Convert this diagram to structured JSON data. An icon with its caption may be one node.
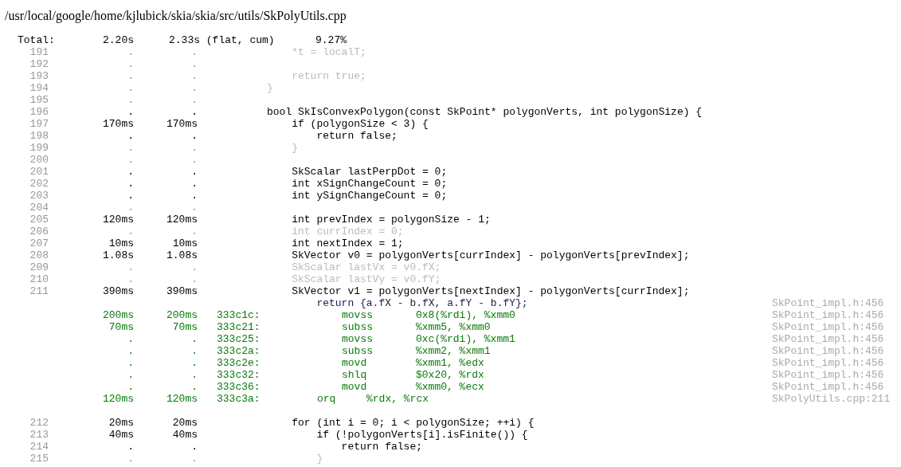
{
  "diagram": {
    "title": "/usr/local/google/home/kjlubick/skia/skia/src/utils/SkPolyUtils.cpp",
    "labels": [
      "Total:",
      "2.20s",
      "2.33s (flat, cum)",
      "9.27%",
      "191",
      ".",
      ".",
      "*t = localT;",
      "192",
      ".",
      ".",
      "193",
      ".",
      ".",
      "return true;",
      "194",
      ".",
      ".",
      "}",
      "195",
      ".",
      ".",
      "196",
      ".",
      ".",
      "bool SkIsConvexPolygon(const SkPoint* polygonVerts, int polygonSize) {",
      "197",
      "170ms",
      "170ms",
      "if (polygonSize < 3) {",
      "198",
      ".",
      ".",
      "return false;",
      "199",
      ".",
      ".",
      "}",
      "200",
      ".",
      ".",
      "201",
      ".",
      ".",
      "SkScalar lastPerpDot = 0;",
      "202",
      ".",
      ".",
      "int xSignChangeCount = 0;",
      "203",
      ".",
      ".",
      "int ySignChangeCount = 0;",
      "204",
      ".",
      ".",
      "205",
      "120ms",
      "120ms",
      "int prevIndex = polygonSize - 1;",
      "206",
      ".",
      ".",
      "int currIndex = 0;",
      "207",
      "10ms",
      "10ms",
      "int nextIndex = 1;",
      "208",
      "1.08s",
      "1.08s",
      "SkVector v0 = polygonVerts[currIndex] - polygonVerts[prevIndex];",
      "209",
      ".",
      ".",
      "SkScalar lastVx = v0.fX;",
      "210",
      ".",
      ".",
      "SkScalar lastVy = v0.fY;",
      "211",
      "390ms",
      "390ms",
      "SkVector v1 = polygonVerts[nextIndex] - polygonVerts[currIndex];",
      "return {a.fX - b.fX, a.fY - b.fY};",
      "SkPoint_impl.h:456",
      "200ms",
      "200ms",
      "333c1c:",
      "movss",
      "0x8(%rdi), %xmm0",
      "SkPoint_impl.h:456",
      "70ms",
      "70ms",
      "333c21:",
      "subss",
      "%xmm5, %xmm0",
      "SkPoint_impl.h:456",
      ".",
      ".",
      "333c25:",
      "movss",
      "0xc(%rdi), %xmm1",
      "SkPoint_impl.h:456",
      ".",
      ".",
      "333c2a:",
      "subss",
      "%xmm2, %xmm1",
      "SkPoint_impl.h:456",
      ".",
      ".",
      "333c2e:",
      "movd",
      "%xmm1, %edx",
      "SkPoint_impl.h:456",
      ".",
      ".",
      "333c32:",
      "shlq",
      "$0x20, %rdx",
      "SkPoint_impl.h:456",
      ".",
      ".",
      "333c36:",
      "movd",
      "%xmm0, %ecx",
      "SkPoint_impl.h:456",
      "120ms",
      "120ms",
      "333c3a:",
      "orq",
      "%rdx, %rcx",
      "SkPolyUtils.cpp:211",
      "212",
      "20ms",
      "20ms",
      "for (int i = 0; i < polygonSize; ++i) {",
      "213",
      "40ms",
      "40ms",
      "if (!polygonVerts[i].isFinite()) {",
      "214",
      ".",
      ".",
      "return false;",
      "215",
      ".",
      ".",
      "}"
    ]
  }
}
